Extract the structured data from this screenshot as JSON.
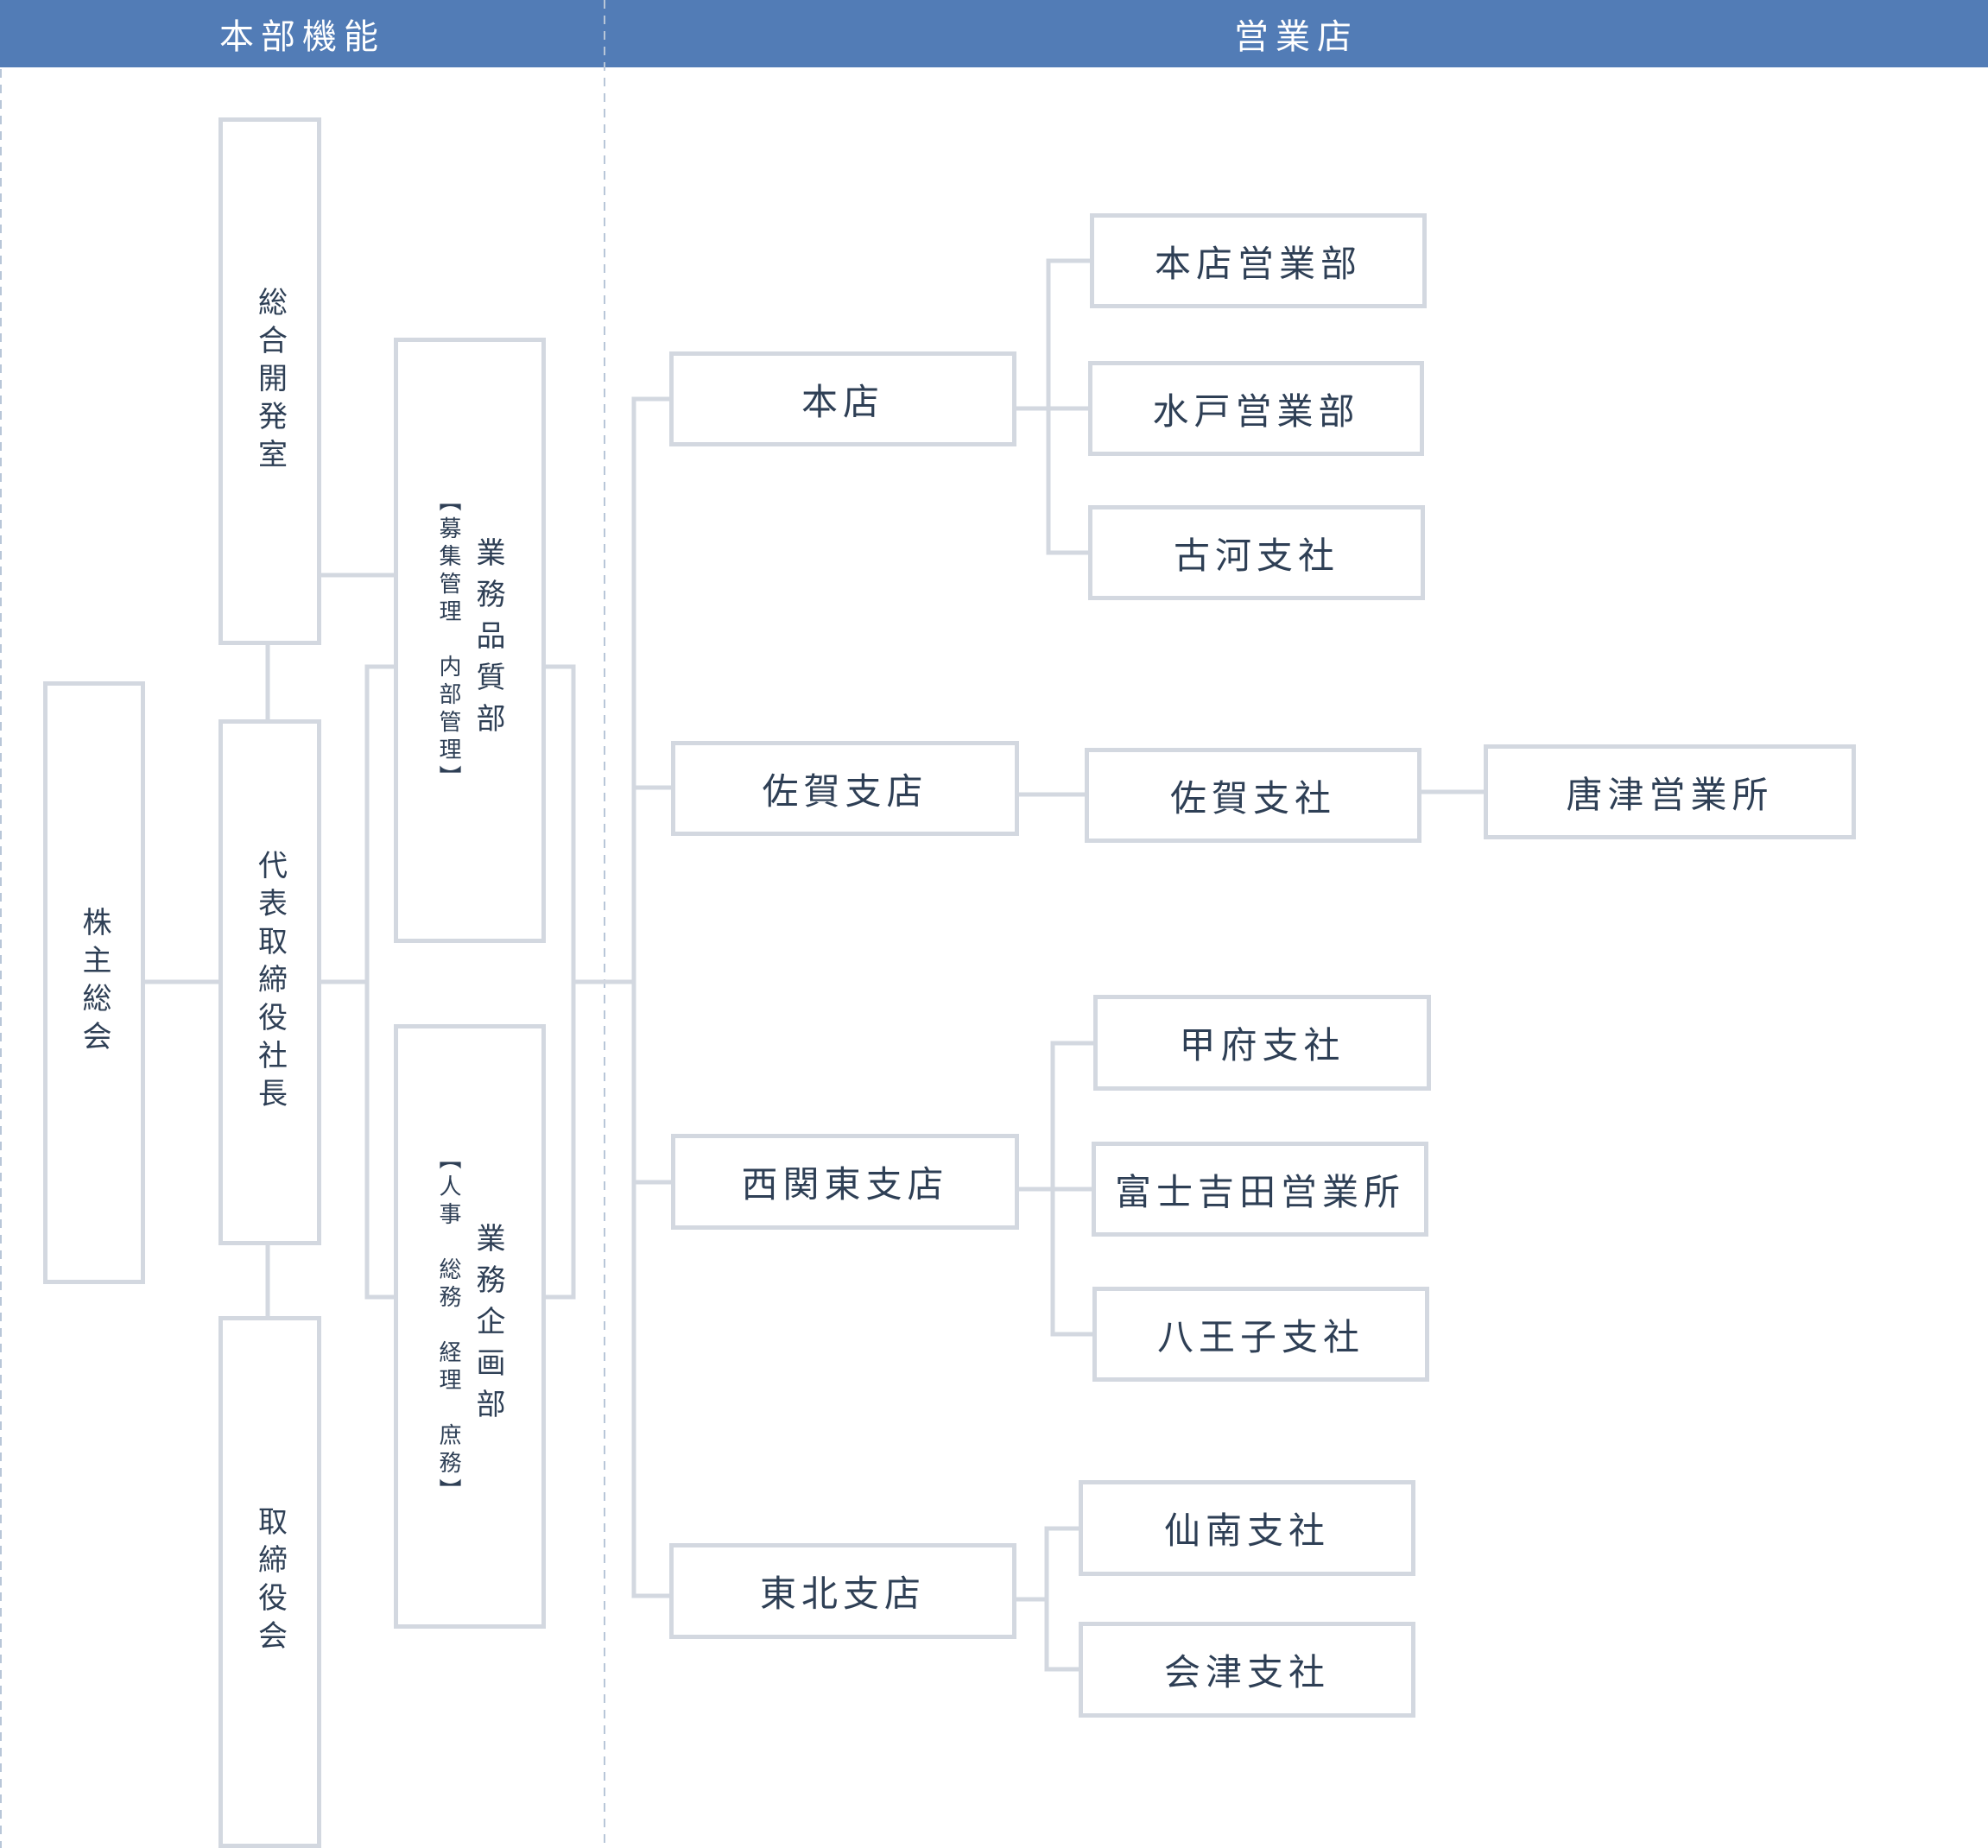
{
  "header": {
    "left": "本部機能",
    "right": "営業店"
  },
  "headquarters": {
    "shareholders": "株主総会",
    "development": "総合開発室",
    "president": "代表取締役社長",
    "board": "取締役会",
    "quality_dept": {
      "title": "業務品質部",
      "sub": "【募集管理　内部管理】"
    },
    "planning_dept": {
      "title": "業務企画部",
      "sub": "【人事　総務　経理　庶務】"
    }
  },
  "stores": {
    "honten": {
      "label": "本店",
      "children": [
        "本店営業部",
        "水戸営業部",
        "古河支社"
      ]
    },
    "saga": {
      "label": "佐賀支店",
      "child": "佐賀支社",
      "grandchild": "唐津営業所"
    },
    "nishikanto": {
      "label": "西関東支店",
      "children": [
        "甲府支社",
        "富士吉田営業所",
        "八王子支社"
      ]
    },
    "tohoku": {
      "label": "東北支店",
      "children": [
        "仙南支社",
        "会津支社"
      ]
    }
  },
  "colors": {
    "header_bg": "#527cb6",
    "header_text": "#ffffff",
    "box_border": "#d3d8e0",
    "line": "#d3d8e0",
    "text": "#2e3f55",
    "divider": "#b8c6d8"
  }
}
